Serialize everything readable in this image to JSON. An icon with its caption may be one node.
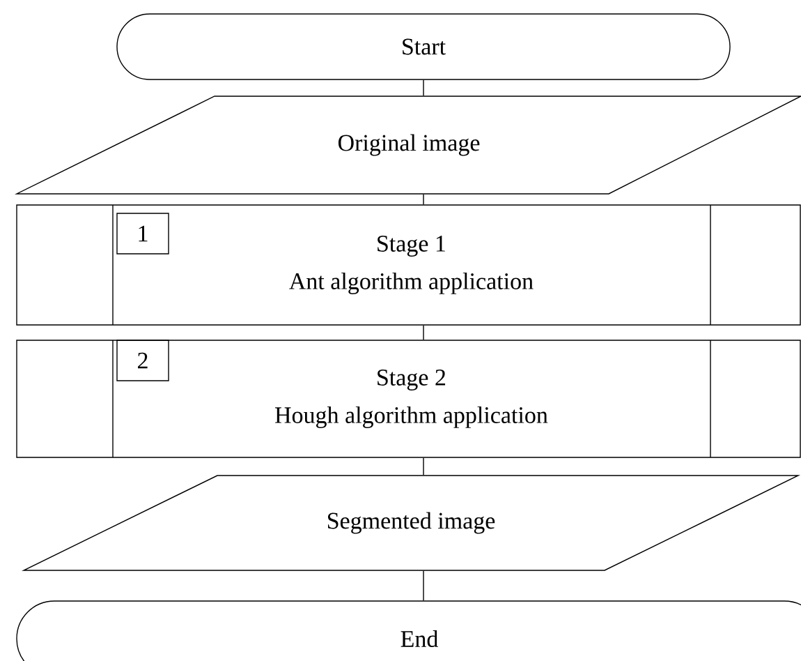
{
  "diagram": {
    "nodes": [
      {
        "text": [
          "Start"
        ]
      },
      {
        "text": [
          "Original image"
        ]
      },
      {
        "text": [
          "Stage 1",
          "Ant algorithm application"
        ]
      },
      {
        "text": [
          "1"
        ],
        "in": 2
      },
      {
        "text": [
          "Stage 2",
          "Hough algorithm application"
        ]
      },
      {
        "text": [
          "2"
        ],
        "in": 4
      },
      {
        "text": [
          "Segmented image"
        ]
      },
      {
        "text": [
          "End"
        ]
      }
    ],
    "edges": [
      {
        "from": 0,
        "to": 1,
        "arrow": "none"
      },
      {
        "from": 1,
        "to": 2,
        "arrow": "none"
      },
      {
        "from": 2,
        "to": 4,
        "arrow": "none"
      },
      {
        "from": 4,
        "to": 6,
        "arrow": "none"
      },
      {
        "from": 6,
        "to": 7,
        "arrow": "none"
      }
    ]
  }
}
